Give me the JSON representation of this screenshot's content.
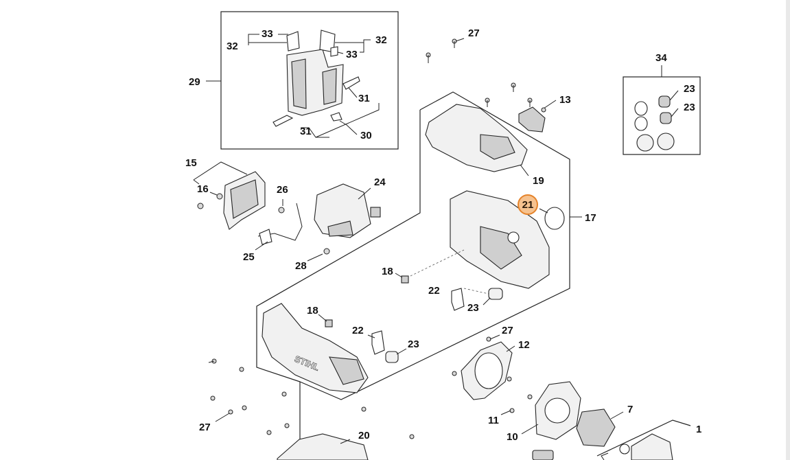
{
  "diagram": {
    "callouts": {
      "c1": "1",
      "c7": "7",
      "c10": "10",
      "c11": "11",
      "c12": "12",
      "c13": "13",
      "c15": "15",
      "c16": "16",
      "c17": "17",
      "c18a": "18",
      "c18b": "18",
      "c19": "19",
      "c20": "20",
      "c21": "21",
      "c22a": "22",
      "c22b": "22",
      "c23a": "23",
      "c23b": "23",
      "c23c": "23",
      "c23d": "23",
      "c24": "24",
      "c25": "25",
      "c26": "26",
      "c27a": "27",
      "c27b": "27",
      "c27c": "27",
      "c28": "28",
      "c29": "29",
      "c30": "30",
      "c31a": "31",
      "c31b": "31",
      "c32a": "32",
      "c32b": "32",
      "c33a": "33",
      "c33b": "33",
      "c34": "34"
    },
    "highlighted_callout": "21",
    "brand_text": "STIHL",
    "colors": {
      "highlight_fill": "#f6c28f",
      "highlight_stroke": "#e5832a",
      "line": "#222222"
    }
  }
}
